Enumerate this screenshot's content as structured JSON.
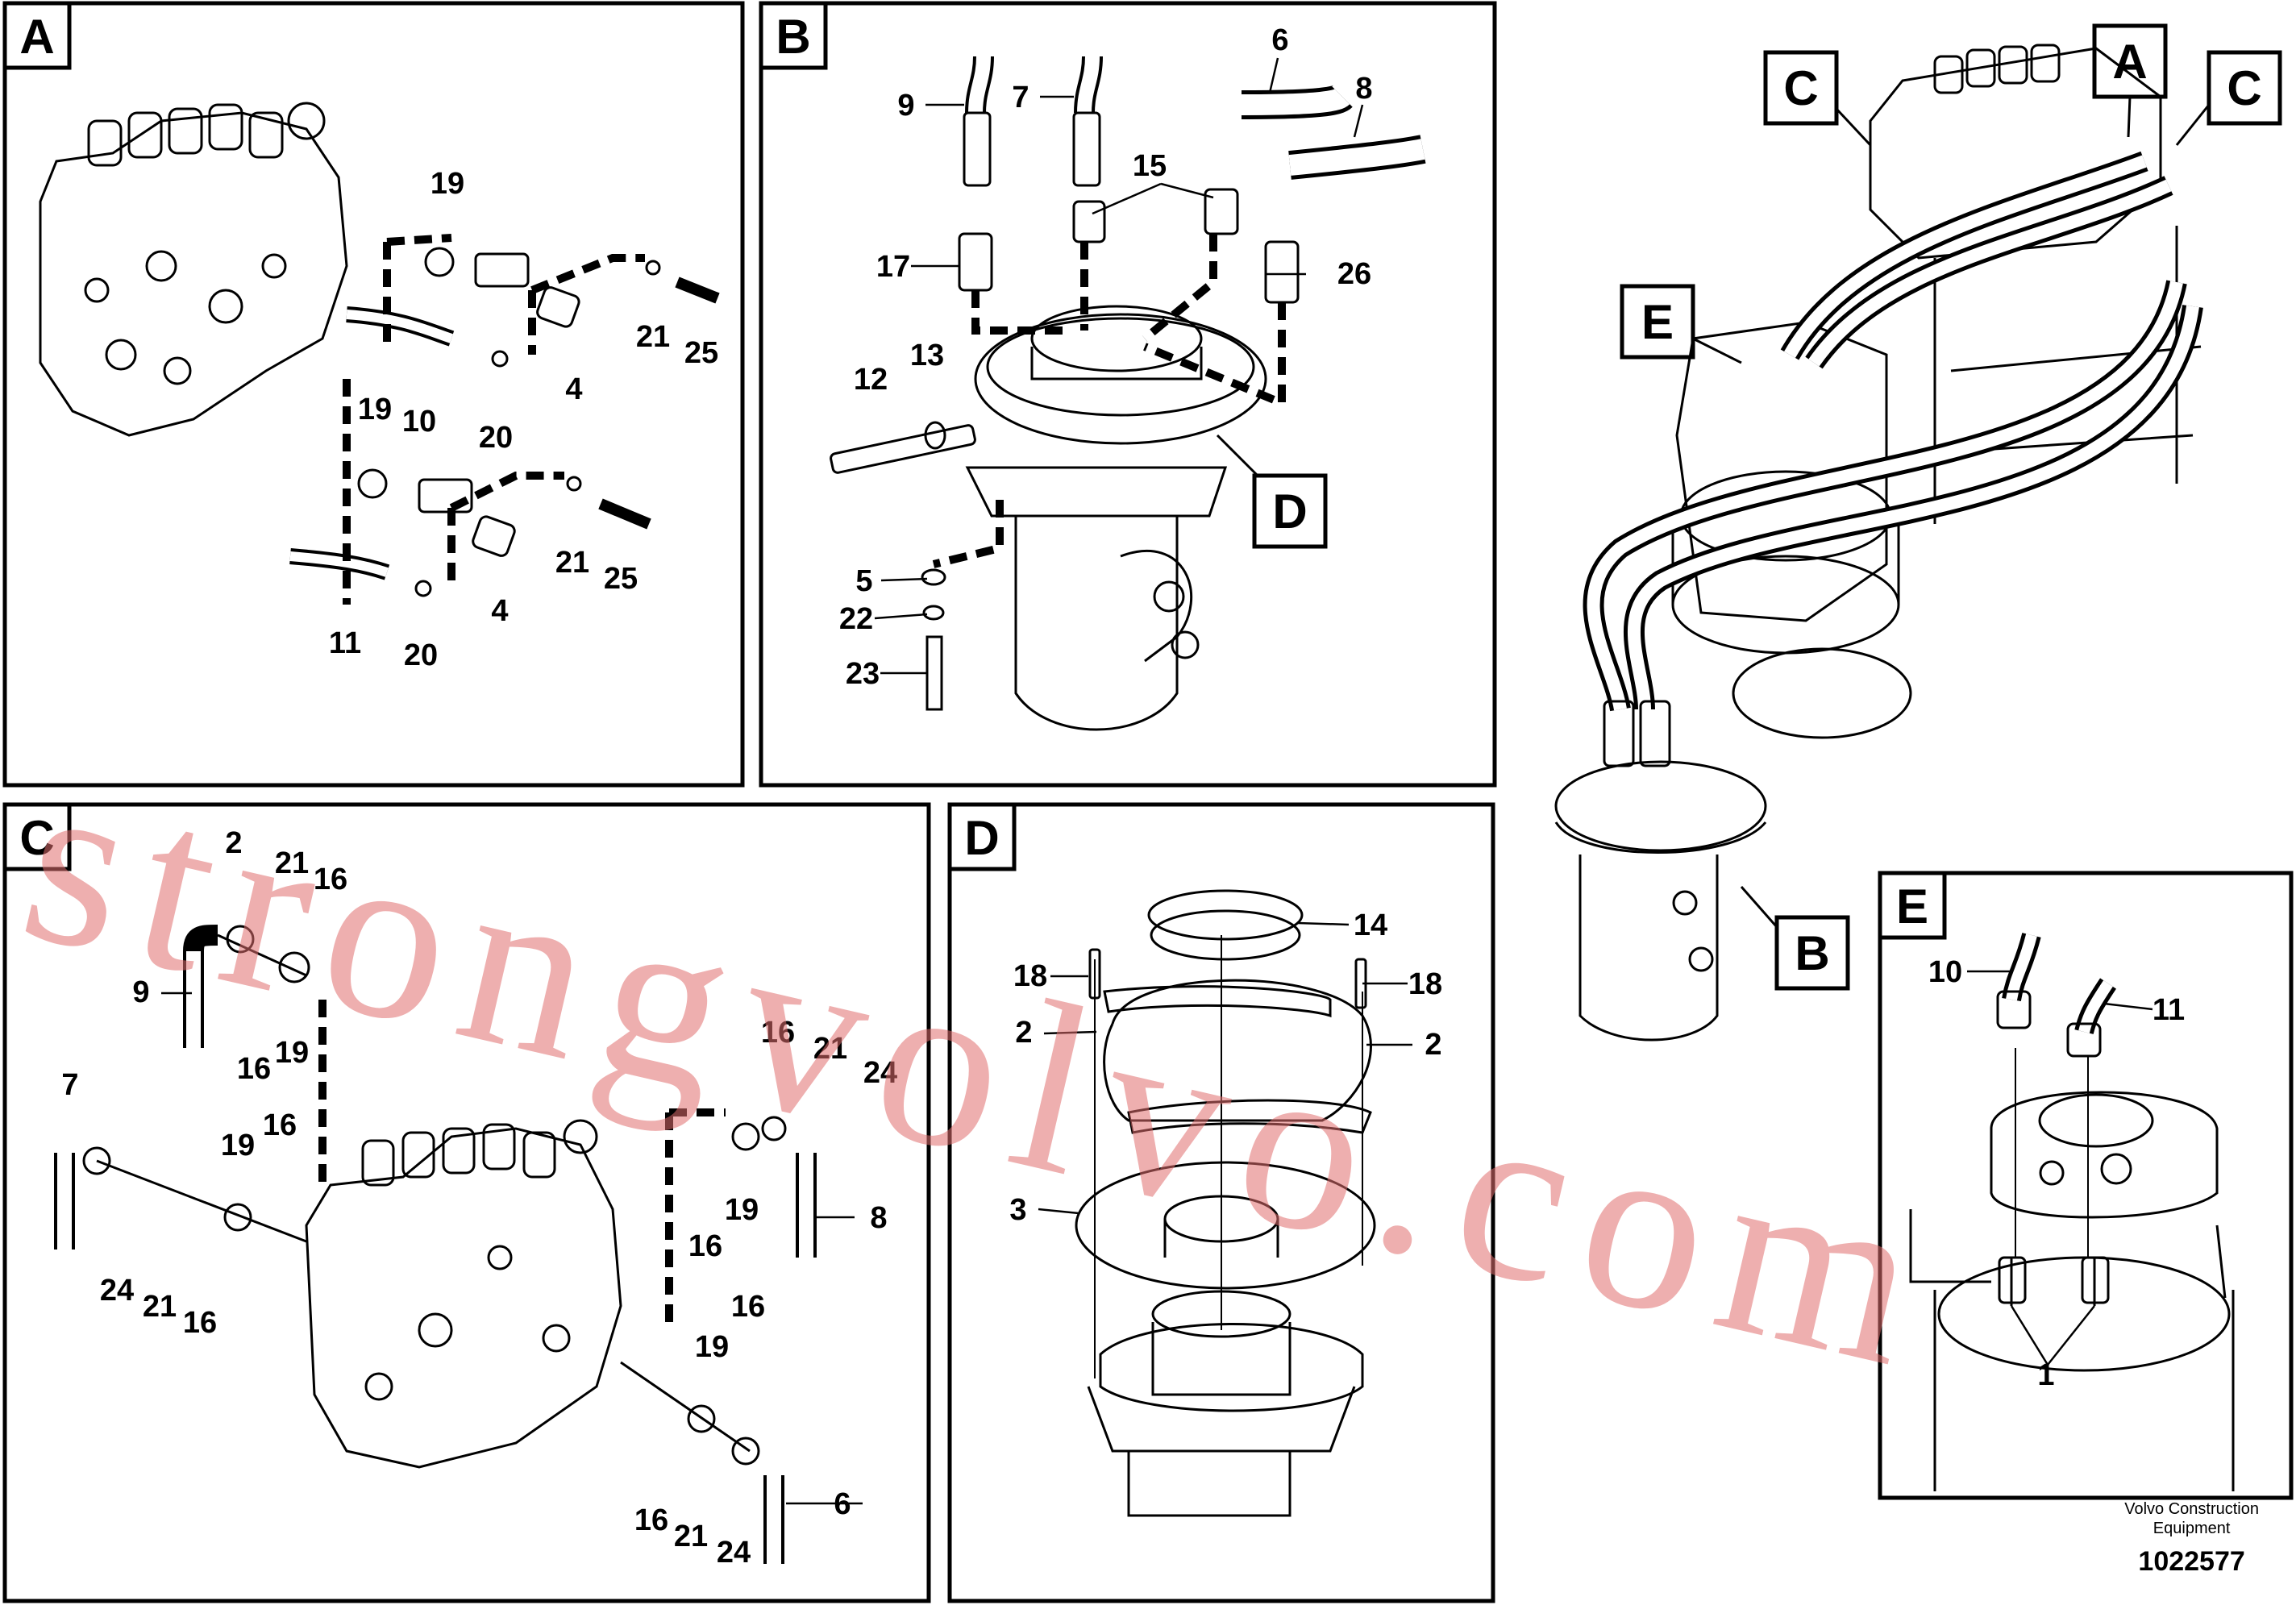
{
  "panels": {
    "A": {
      "tag": "A",
      "labels": [
        "19",
        "21",
        "25",
        "10",
        "20",
        "4",
        "19",
        "21",
        "25",
        "11",
        "20",
        "4"
      ]
    },
    "B": {
      "tag": "B",
      "labels": [
        "9",
        "7",
        "6",
        "8",
        "15",
        "17",
        "26",
        "12",
        "13",
        "5",
        "22",
        "23"
      ],
      "callout": "D"
    },
    "C": {
      "tag": "C",
      "labels": [
        "2",
        "21",
        "16",
        "9",
        "16",
        "19",
        "7",
        "19",
        "16",
        "24",
        "21",
        "16",
        "16",
        "21",
        "24",
        "19",
        "16",
        "8",
        "19",
        "16",
        "16",
        "21",
        "24",
        "6"
      ]
    },
    "D": {
      "tag": "D",
      "labels": [
        "14",
        "18",
        "18",
        "2",
        "2",
        "3"
      ]
    },
    "E": {
      "tag": "E",
      "labels": [
        "10",
        "11",
        "1"
      ]
    },
    "overview": {
      "callouts": [
        "C",
        "A",
        "C",
        "E",
        "B"
      ]
    }
  },
  "footer": {
    "brand_line1": "Volvo Construction",
    "brand_line2": "Equipment",
    "code": "1022577"
  },
  "watermark": "strongvolvo.com"
}
